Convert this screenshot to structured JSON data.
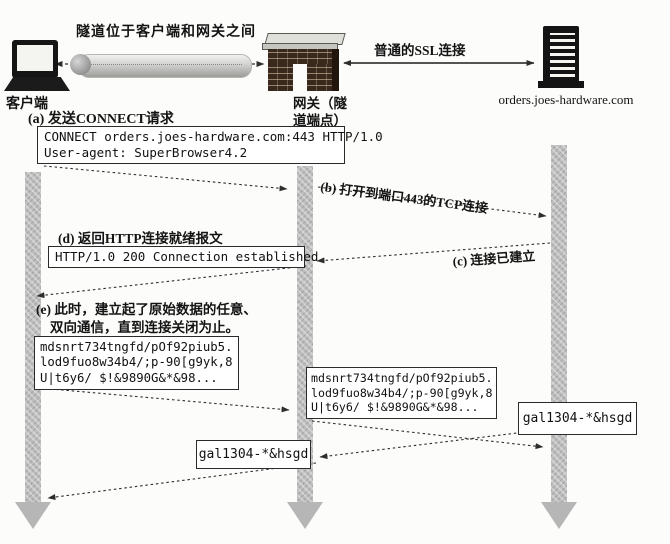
{
  "header": {
    "tunnel_caption": "隧道位于客户端和网关之间",
    "ssl_caption": "普通的SSL连接",
    "client_label": "客户端",
    "gateway_label_line1": "网关（隧",
    "gateway_label_line2": "道端点）",
    "server_label": "orders.joes-hardware.com"
  },
  "sequence": {
    "step_a": "(a) 发送CONNECT请求",
    "connect_request": {
      "line1": "CONNECT orders.joes-hardware.com:443 HTTP/1.0",
      "line2": "User-agent: SuperBrowser4.2"
    },
    "step_b": "(b) 打开到端口443的TCP连接",
    "step_d": "(d) 返回HTTP连接就绪报文",
    "response": "HTTP/1.0 200 Connection established",
    "step_c": "(c) 连接已建立",
    "step_e_line1": "(e) 此时，建立起了原始数据的任意、",
    "step_e_line2": "双向通信，直到连接关闭为止。",
    "raw_data": {
      "line1": "mdsnrt734tngfd/pOf92piub5.",
      "line2": "lod9fuo8w34b4/;p-90[g9yk,8",
      "line3": "U|t6y6/ $!&9890G&*&98..."
    },
    "gal_data": "gal1304-*&hsgd"
  },
  "colors": {
    "lifeline_gray": "#bdbdbd",
    "arrow_black": "#2e2e2e",
    "box_border": "#2b2b2b",
    "background": "#fcfcfa"
  }
}
